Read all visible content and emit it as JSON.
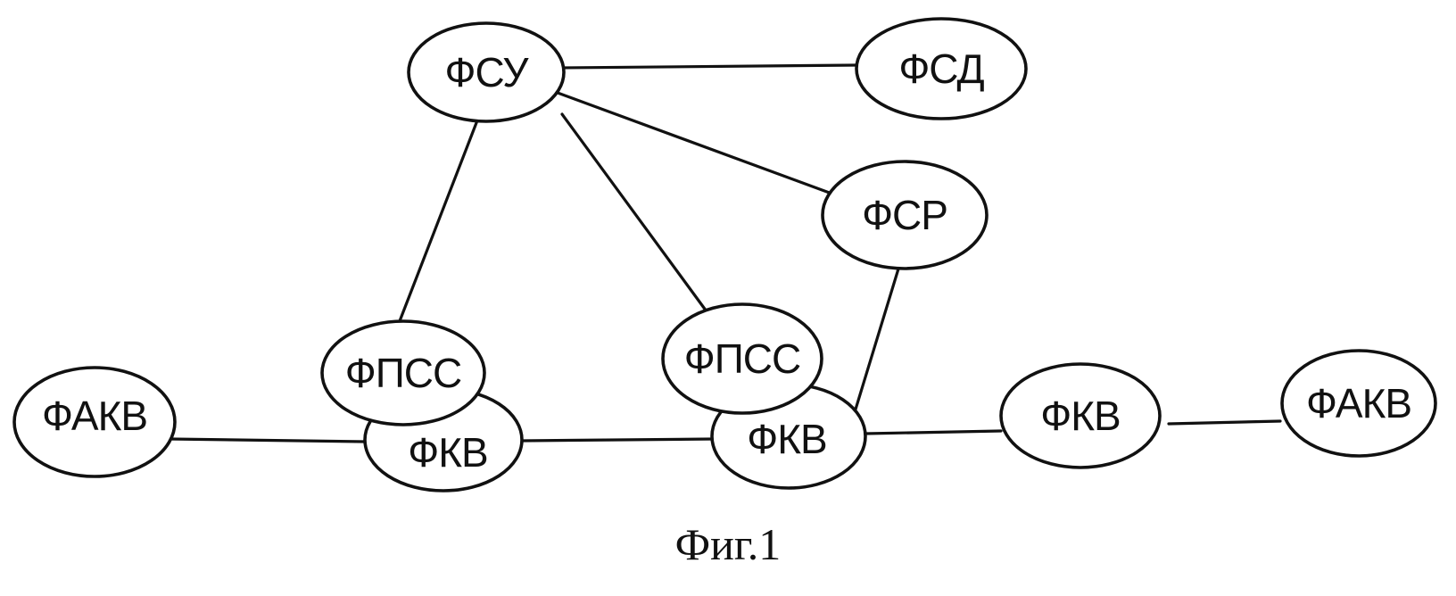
{
  "diagram": {
    "nodes": [
      {
        "id": "fsu",
        "label": "ФСУ"
      },
      {
        "id": "fsd",
        "label": "ФСД"
      },
      {
        "id": "fsr",
        "label": "ФСР"
      },
      {
        "id": "fpss1",
        "label": "ФПСС"
      },
      {
        "id": "fpss2",
        "label": "ФПСС"
      },
      {
        "id": "fakv1",
        "label": "ФАКВ"
      },
      {
        "id": "fkv1",
        "label": "ФКВ"
      },
      {
        "id": "fkv2",
        "label": "ФКВ"
      },
      {
        "id": "fkv3",
        "label": "ФКВ"
      },
      {
        "id": "fakv2",
        "label": "ФАКВ"
      }
    ],
    "edges": [
      {
        "from": "fsu",
        "to": "fsd"
      },
      {
        "from": "fsu",
        "to": "fsr"
      },
      {
        "from": "fsu",
        "to": "fpss1"
      },
      {
        "from": "fsu",
        "to": "fpss2"
      },
      {
        "from": "fsr",
        "to": "fkv2"
      },
      {
        "from": "fakv1",
        "to": "fkv1"
      },
      {
        "from": "fkv1",
        "to": "fkv2"
      },
      {
        "from": "fkv2",
        "to": "fkv3"
      },
      {
        "from": "fkv3",
        "to": "fakv2"
      }
    ]
  },
  "caption": "Фиг.1"
}
